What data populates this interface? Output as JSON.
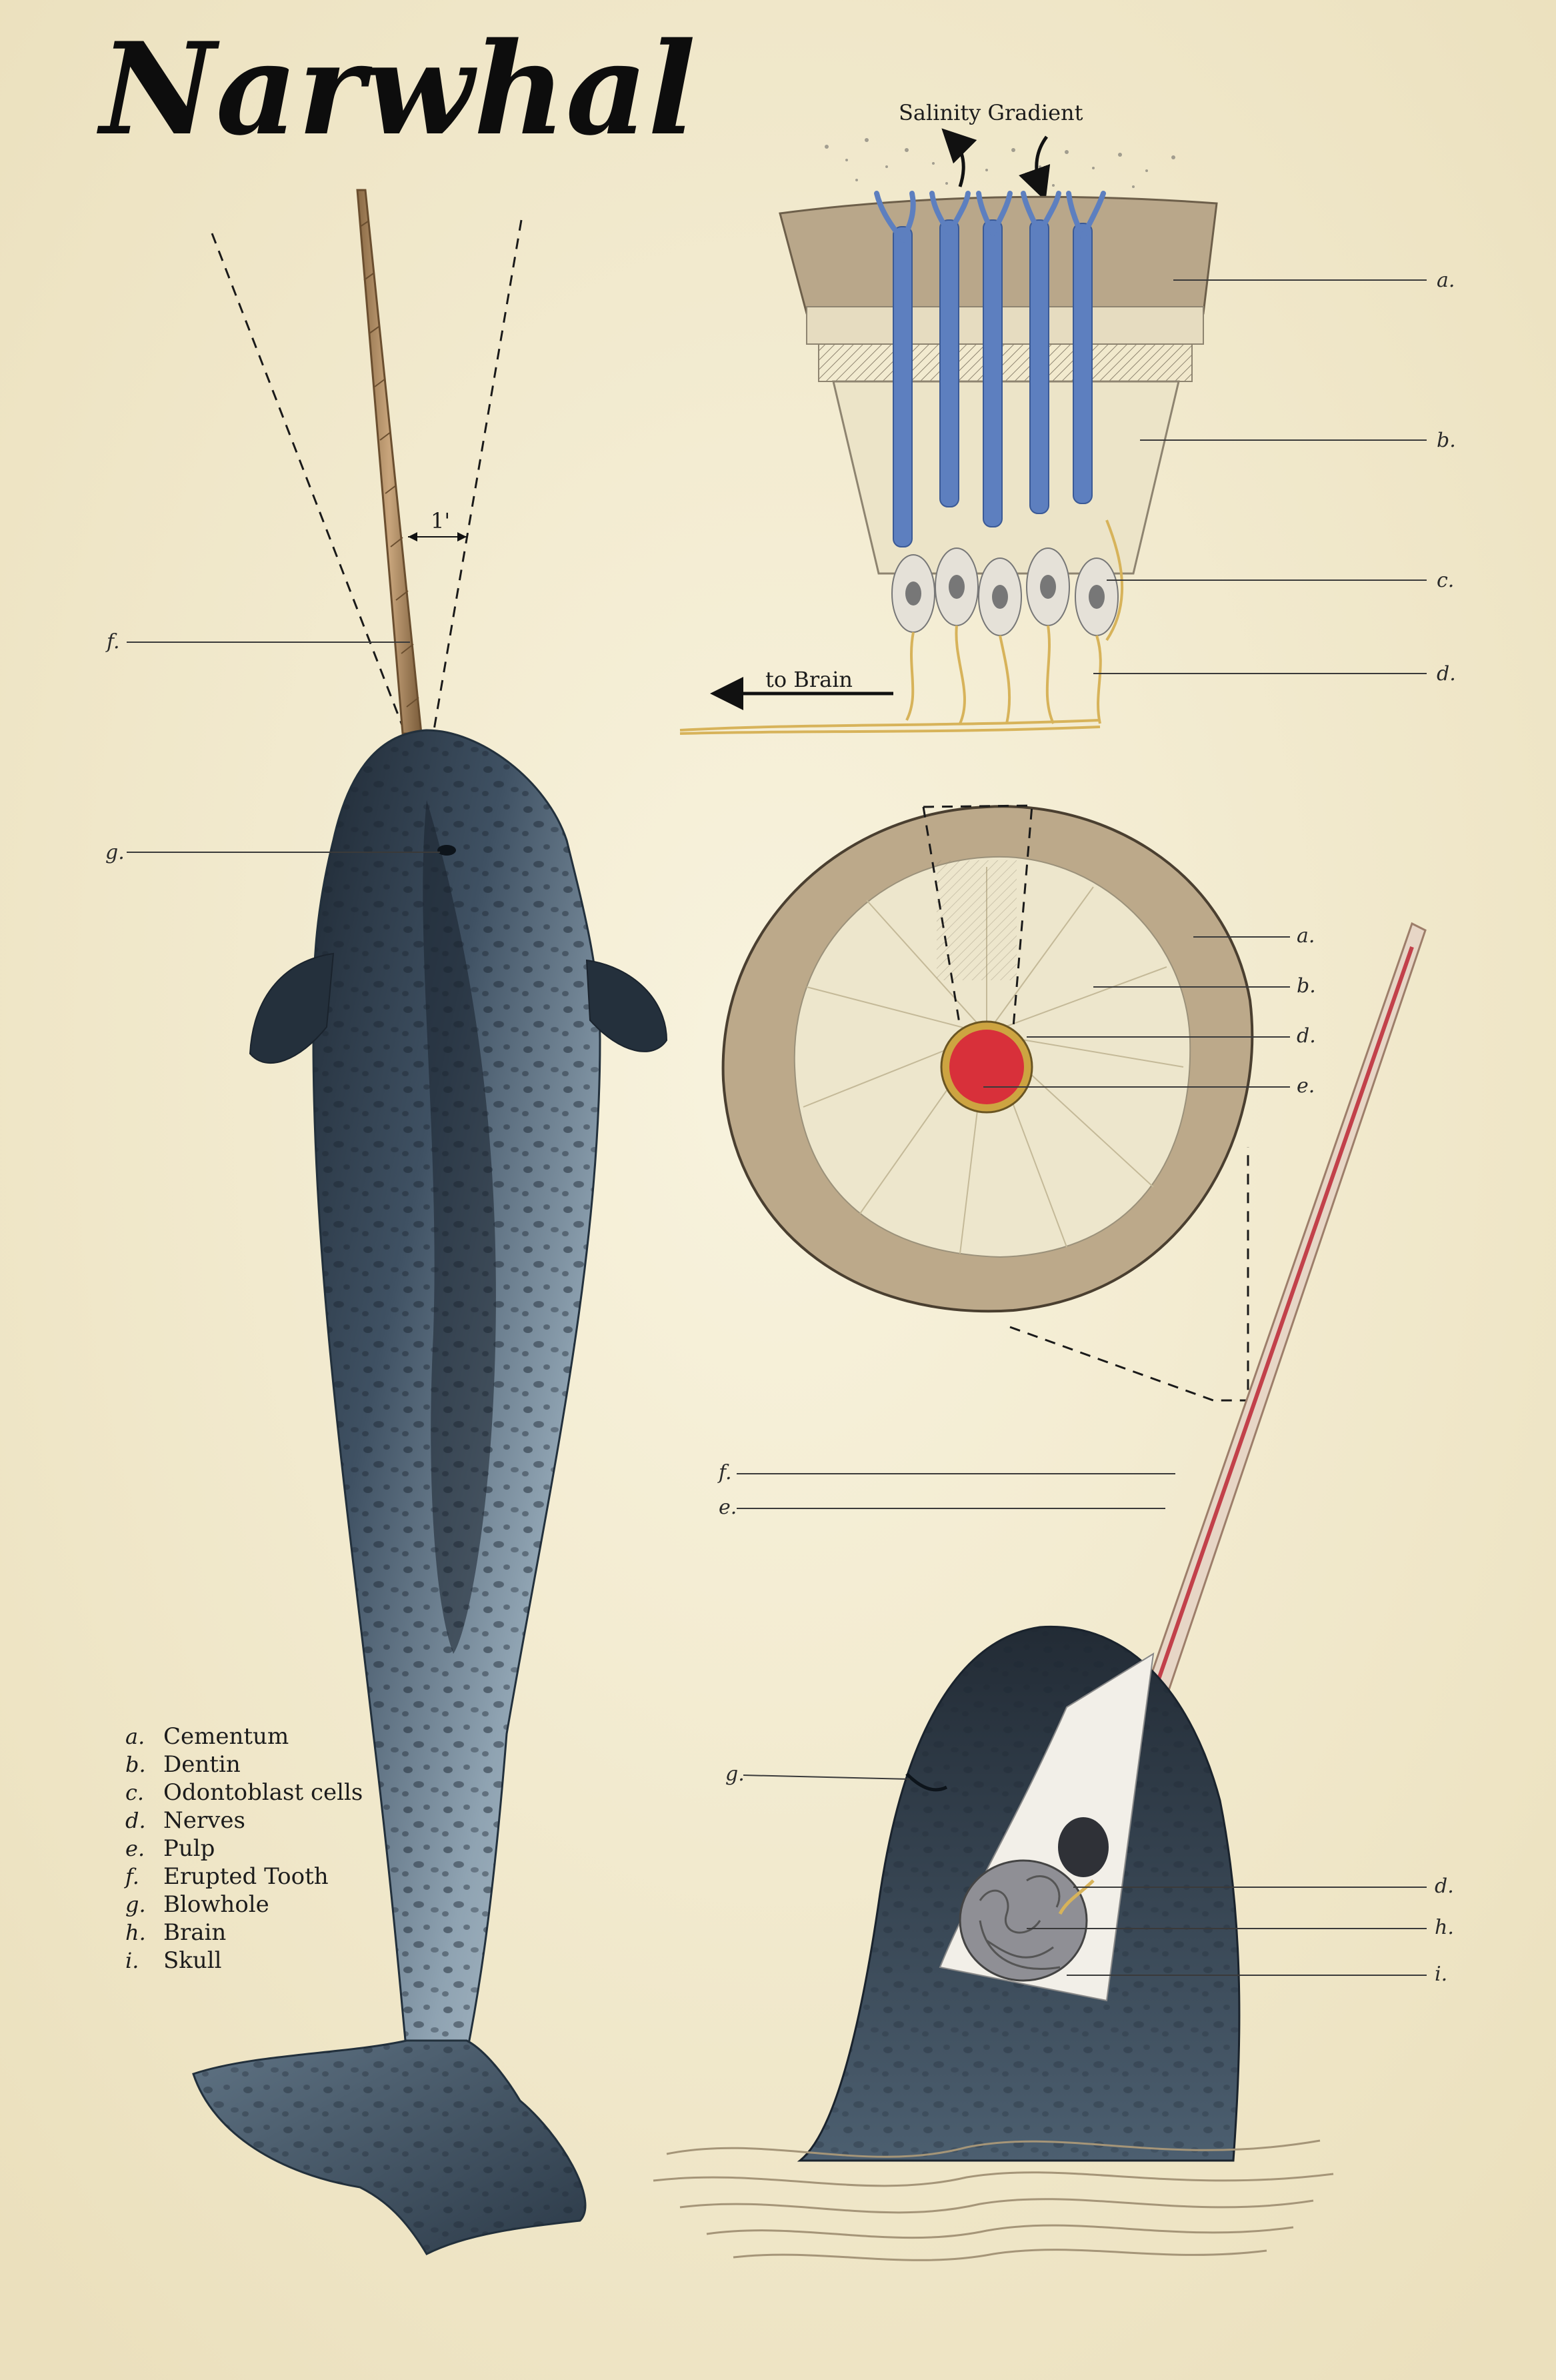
{
  "title": "Narwhal",
  "colors": {
    "paper": "#f3ecd3",
    "whale_dark": "#1f2a36",
    "whale_mid": "#56687a",
    "whale_light": "#c9d5dc",
    "cementum": "#b9a78a",
    "dentin": "#ece4c8",
    "tubule_blue": "#5d7fbf",
    "pulp_red": "#d8303a",
    "nerve_yellow": "#d7b35a"
  },
  "icons": {
    "arrow_up": "curved-arrow-up-icon",
    "arrow_down": "curved-arrow-down-icon",
    "arrow_left": "arrow-left-icon"
  },
  "cross_section": {
    "salinity_label": "Salinity Gradient",
    "brain_label": "to Brain",
    "labels": {
      "a": "a.",
      "b": "b.",
      "c": "c.",
      "d": "d."
    }
  },
  "tooth_section": {
    "labels": {
      "a": "a.",
      "b": "b.",
      "d": "d.",
      "e": "e."
    }
  },
  "whale": {
    "measure_label": "1'",
    "labels": {
      "f": "f.",
      "g": "g."
    }
  },
  "head": {
    "labels": {
      "f": "f.",
      "e": "e.",
      "g": "g.",
      "d": "d.",
      "h": "h.",
      "i": "i."
    }
  },
  "legend": [
    {
      "letter": "a.",
      "text": "Cementum"
    },
    {
      "letter": "b.",
      "text": "Dentin"
    },
    {
      "letter": "c.",
      "text": "Odontoblast cells"
    },
    {
      "letter": "d.",
      "text": "Nerves"
    },
    {
      "letter": "e.",
      "text": "Pulp"
    },
    {
      "letter": "f.",
      "text": "Erupted Tooth"
    },
    {
      "letter": "g.",
      "text": "Blowhole"
    },
    {
      "letter": "h.",
      "text": "Brain"
    },
    {
      "letter": "i.",
      "text": "Skull"
    }
  ]
}
